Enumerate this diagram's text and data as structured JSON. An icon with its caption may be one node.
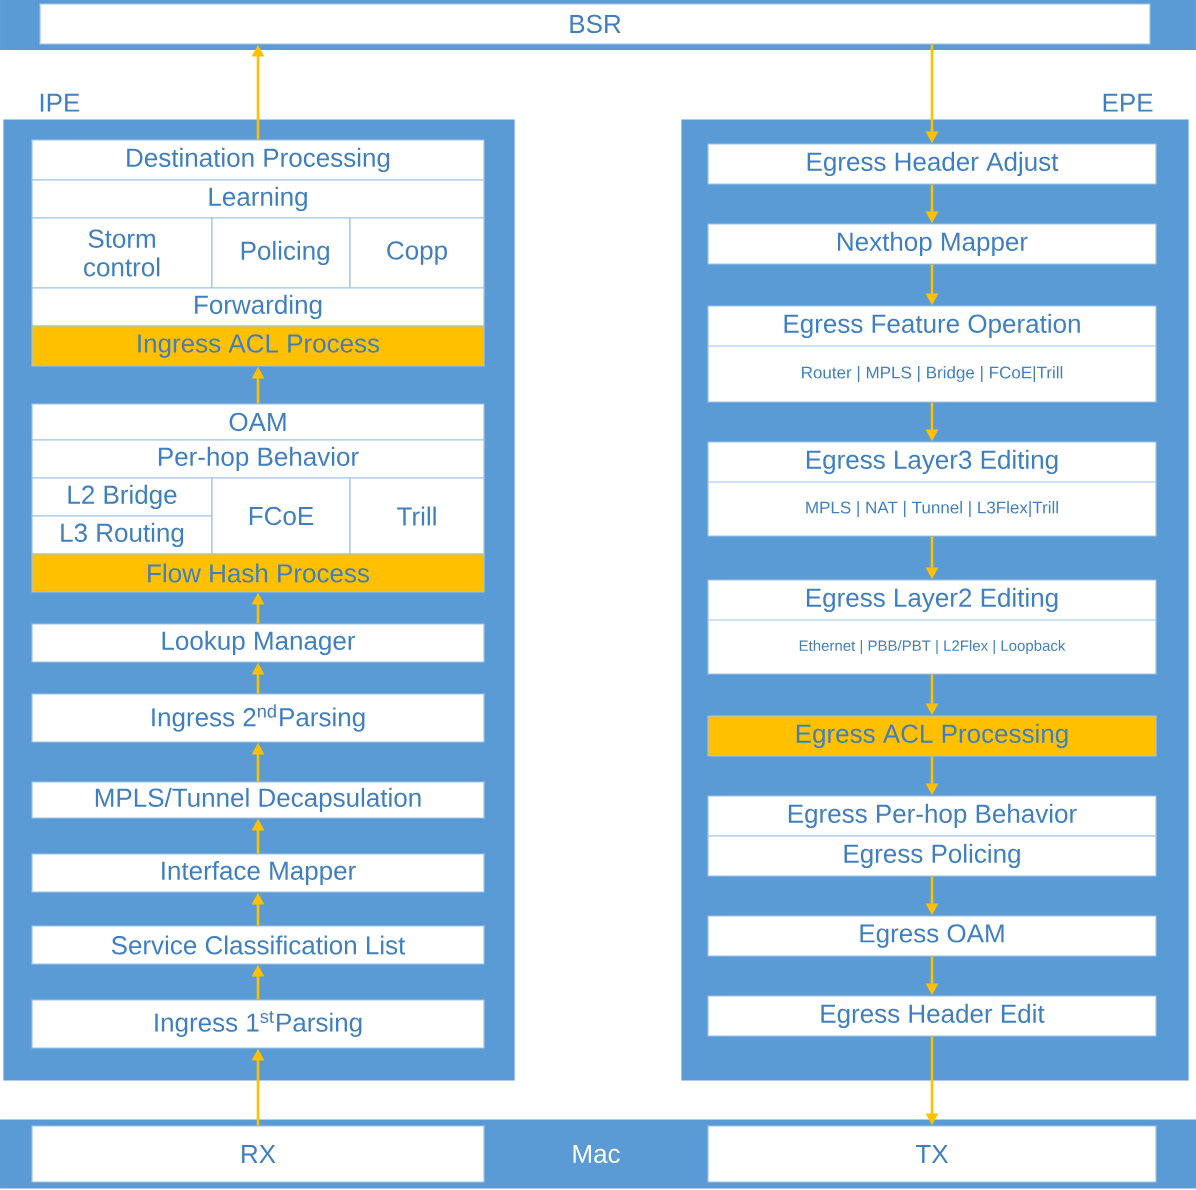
{
  "diagram": {
    "nodes": [
      {
        "text": [
          "BSR"
        ]
      },
      {
        "text": [
          "IPE"
        ]
      },
      {
        "text": [
          "Destination Processing"
        ],
        "in": 1
      },
      {
        "text": [
          "Learning"
        ],
        "in": 1
      },
      {
        "text": [
          "Storm control"
        ],
        "in": 1
      },
      {
        "text": [
          "Policing"
        ],
        "in": 1
      },
      {
        "text": [
          "Copp"
        ],
        "in": 1
      },
      {
        "text": [
          "Forwarding"
        ],
        "in": 1
      },
      {
        "text": [
          "Ingress ACL Process"
        ],
        "in": 1
      },
      {
        "text": [
          "OAM"
        ],
        "in": 1
      },
      {
        "text": [
          "Per-hop Behavior"
        ],
        "in": 1
      },
      {
        "text": [
          "L2 Bridge"
        ],
        "in": 1
      },
      {
        "text": [
          "L3 Routing"
        ],
        "in": 1
      },
      {
        "text": [
          "FCoE"
        ],
        "in": 1
      },
      {
        "text": [
          "Trill"
        ],
        "in": 1
      },
      {
        "text": [
          "Flow Hash Process"
        ],
        "in": 1
      },
      {
        "text": [
          "Lookup Manager"
        ],
        "in": 1
      },
      {
        "text": [
          "Ingress 2$^{nd}$Parsing"
        ],
        "in": 1
      },
      {
        "text": [
          "MPLS/Tunnel Decapsulation"
        ],
        "in": 1
      },
      {
        "text": [
          "Interface Mapper"
        ],
        "in": 1
      },
      {
        "text": [
          "Service Classification List"
        ],
        "in": 1
      },
      {
        "text": [
          "Ingress 1$^{st}$Parsing"
        ],
        "in": 1
      },
      {
        "text": [
          "EPE"
        ]
      },
      {
        "text": [
          "Egress Header Adjust"
        ],
        "in": 22
      },
      {
        "text": [
          "Nexthop Mapper"
        ],
        "in": 22
      },
      {
        "text": [
          "Egress Feature Operation",
          "Router | MPLS | Bridge | FCoE|Trill"
        ],
        "in": 22
      },
      {
        "text": [
          "Egress Layer3 Editing",
          "MPLS | NAT | Tunnel | L3Flex|Trill"
        ],
        "in": 22
      },
      {
        "text": [
          "Egress Layer2 Editing",
          "Ethernet | PBB/PBT | L2Flex | Loopback"
        ],
        "in": 22
      },
      {
        "text": [
          "Egress ACL Processing"
        ],
        "in": 22
      },
      {
        "text": [
          "Egress Per-hop Behavior"
        ],
        "in": 22
      },
      {
        "text": [
          "Egress Policing"
        ],
        "in": 22
      },
      {
        "text": [
          "Egress OAM"
        ],
        "in": 22
      },
      {
        "text": [
          "Egress Header Edit"
        ],
        "in": 22
      },
      {
        "text": [
          "Mac"
        ]
      },
      {
        "text": [
          "RX"
        ],
        "in": 33
      },
      {
        "text": [
          "TX"
        ],
        "in": 33
      }
    ],
    "edges": [
      {
        "from": 34,
        "to": 21,
        "arrow": "to"
      },
      {
        "from": 21,
        "to": 20,
        "arrow": "to"
      },
      {
        "from": 20,
        "to": 19,
        "arrow": "to"
      },
      {
        "from": 19,
        "to": 18,
        "arrow": "to"
      },
      {
        "from": 18,
        "to": 17,
        "arrow": "to"
      },
      {
        "from": 17,
        "to": 16,
        "arrow": "to"
      },
      {
        "from": 16,
        "to": 15,
        "arrow": "to"
      },
      {
        "from": 9,
        "to": 8,
        "arrow": "to"
      },
      {
        "from": 2,
        "to": 0,
        "arrow": "to"
      },
      {
        "from": 0,
        "to": 23,
        "arrow": "to"
      },
      {
        "from": 23,
        "to": 24,
        "arrow": "to"
      },
      {
        "from": 24,
        "to": 25,
        "arrow": "to"
      },
      {
        "from": 25,
        "to": 26,
        "arrow": "to"
      },
      {
        "from": 26,
        "to": 27,
        "arrow": "to"
      },
      {
        "from": 27,
        "to": 28,
        "arrow": "to"
      },
      {
        "from": 28,
        "to": 29,
        "arrow": "to"
      },
      {
        "from": 30,
        "to": 31,
        "arrow": "to"
      },
      {
        "from": 31,
        "to": 32,
        "arrow": "to"
      },
      {
        "from": 32,
        "to": 35,
        "arrow": "to"
      }
    ]
  }
}
